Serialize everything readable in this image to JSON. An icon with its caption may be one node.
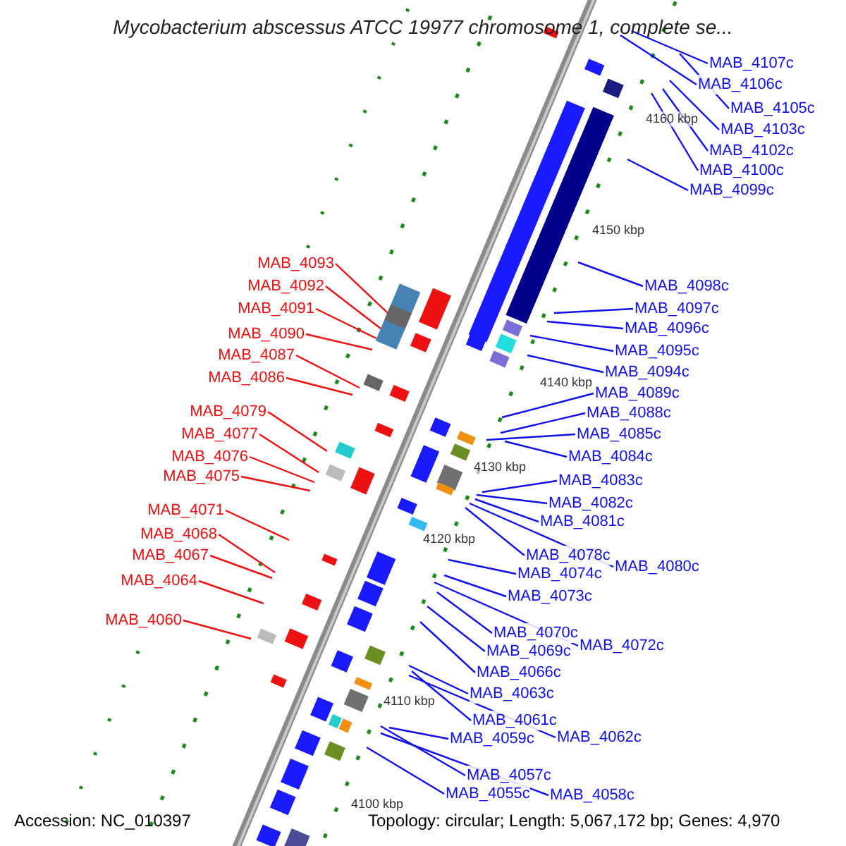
{
  "diagram": {
    "title": "Mycobacterium abscessus ATCC 19977 chromosome 1, complete se...",
    "nodes": [
      {
        "text": [
          "MAB_4107c"
        ]
      },
      {
        "text": [
          "MAB_4106c"
        ]
      },
      {
        "text": [
          "MAB_4105c"
        ]
      },
      {
        "text": [
          "MAB_4103c"
        ]
      },
      {
        "text": [
          "MAB_4102c"
        ]
      },
      {
        "text": [
          "MAB_4100c"
        ]
      },
      {
        "text": [
          "MAB_4099c"
        ]
      },
      {
        "text": [
          "MAB_4093"
        ]
      },
      {
        "text": [
          "MAB_4098c"
        ]
      },
      {
        "text": [
          "MAB_4092"
        ]
      },
      {
        "text": [
          "MAB_4091"
        ]
      },
      {
        "text": [
          "MAB_4097c"
        ]
      },
      {
        "text": [
          "MAB_4096c"
        ]
      },
      {
        "text": [
          "MAB_4090"
        ]
      },
      {
        "text": [
          "MAB_4095c"
        ]
      },
      {
        "text": [
          "MAB_4087"
        ]
      },
      {
        "text": [
          "MAB_4094c"
        ]
      },
      {
        "text": [
          "MAB_4086"
        ]
      },
      {
        "text": [
          "MAB_4089c"
        ]
      },
      {
        "text": [
          "MAB_4079"
        ]
      },
      {
        "text": [
          "MAB_4088c"
        ]
      },
      {
        "text": [
          "MAB_4077"
        ]
      },
      {
        "text": [
          "MAB_4085c"
        ]
      },
      {
        "text": [
          "MAB_4076"
        ]
      },
      {
        "text": [
          "MAB_4084c"
        ]
      },
      {
        "text": [
          "MAB_4075"
        ]
      },
      {
        "text": [
          "MAB_4083c"
        ]
      },
      {
        "text": [
          "MAB_4082c"
        ]
      },
      {
        "text": [
          "MAB_4071"
        ]
      },
      {
        "text": [
          "MAB_4081c"
        ]
      },
      {
        "text": [
          "MAB_4068"
        ]
      },
      {
        "text": [
          "MAB_4078c"
        ]
      },
      {
        "text": [
          "MAB_4067"
        ]
      },
      {
        "text": [
          "MAB_4080c"
        ]
      },
      {
        "text": [
          "MAB_4074c"
        ]
      },
      {
        "text": [
          "MAB_4064"
        ]
      },
      {
        "text": [
          "MAB_4073c"
        ]
      },
      {
        "text": [
          "MAB_4060"
        ]
      },
      {
        "text": [
          "MAB_4070c"
        ]
      },
      {
        "text": [
          "MAB_4072c"
        ]
      },
      {
        "text": [
          "MAB_4069c"
        ]
      },
      {
        "text": [
          "MAB_4066c"
        ]
      },
      {
        "text": [
          "MAB_4063c"
        ]
      },
      {
        "text": [
          "MAB_4061c"
        ]
      },
      {
        "text": [
          "MAB_4059c"
        ]
      },
      {
        "text": [
          "MAB_4062c"
        ]
      },
      {
        "text": [
          "MAB_4057c"
        ]
      },
      {
        "text": [
          "MAB_4055c"
        ]
      },
      {
        "text": [
          "MAB_4058c"
        ]
      }
    ],
    "edges": [
      {
        "from": 0,
        "to": null,
        "arrow": "none"
      },
      {
        "from": 1,
        "to": null,
        "arrow": "none"
      },
      {
        "from": 2,
        "to": null,
        "arrow": "none"
      },
      {
        "from": 3,
        "to": null,
        "arrow": "none"
      },
      {
        "from": 4,
        "to": null,
        "arrow": "none"
      },
      {
        "from": 5,
        "to": null,
        "arrow": "none"
      },
      {
        "from": 6,
        "to": null,
        "arrow": "none"
      },
      {
        "from": 7,
        "to": null,
        "arrow": "none",
        "color": "#ee1010"
      },
      {
        "from": 8,
        "to": null,
        "arrow": "none"
      },
      {
        "from": 9,
        "to": null,
        "arrow": "none",
        "color": "#ee1010"
      },
      {
        "from": 10,
        "to": null,
        "arrow": "none",
        "color": "#ee1010"
      },
      {
        "from": 11,
        "to": null,
        "arrow": "none"
      },
      {
        "from": 12,
        "to": null,
        "arrow": "none"
      },
      {
        "from": 13,
        "to": null,
        "arrow": "none",
        "color": "#ee1010"
      },
      {
        "from": 14,
        "to": null,
        "arrow": "none"
      },
      {
        "from": 15,
        "to": null,
        "arrow": "none",
        "color": "#ee1010"
      },
      {
        "from": 16,
        "to": null,
        "arrow": "none"
      },
      {
        "from": 17,
        "to": null,
        "arrow": "none",
        "color": "#ee1010"
      },
      {
        "from": 18,
        "to": null,
        "arrow": "none"
      },
      {
        "from": 19,
        "to": null,
        "arrow": "none",
        "color": "#ee1010"
      },
      {
        "from": 20,
        "to": null,
        "arrow": "none"
      },
      {
        "from": 21,
        "to": null,
        "arrow": "none",
        "color": "#ee1010"
      },
      {
        "from": 22,
        "to": null,
        "arrow": "none"
      },
      {
        "from": 23,
        "to": null,
        "arrow": "none",
        "color": "#ee1010"
      },
      {
        "from": 24,
        "to": null,
        "arrow": "none"
      },
      {
        "from": 25,
        "to": null,
        "arrow": "none",
        "color": "#ee1010"
      },
      {
        "from": 26,
        "to": null,
        "arrow": "none"
      },
      {
        "from": 27,
        "to": null,
        "arrow": "none"
      },
      {
        "from": 28,
        "to": null,
        "arrow": "none",
        "color": "#ee1010"
      },
      {
        "from": 29,
        "to": null,
        "arrow": "none"
      },
      {
        "from": 30,
        "to": null,
        "arrow": "none",
        "color": "#ee1010"
      },
      {
        "from": 31,
        "to": null,
        "arrow": "none"
      },
      {
        "from": 32,
        "to": null,
        "arrow": "none",
        "color": "#ee1010"
      },
      {
        "from": 33,
        "to": null,
        "arrow": "none"
      },
      {
        "from": 34,
        "to": null,
        "arrow": "none"
      },
      {
        "from": 35,
        "to": null,
        "arrow": "none",
        "color": "#ee1010"
      },
      {
        "from": 36,
        "to": null,
        "arrow": "none"
      },
      {
        "from": 37,
        "to": null,
        "arrow": "none",
        "color": "#ee1010"
      },
      {
        "from": 38,
        "to": null,
        "arrow": "none"
      },
      {
        "from": 39,
        "to": null,
        "arrow": "none"
      },
      {
        "from": 40,
        "to": null,
        "arrow": "none"
      },
      {
        "from": 41,
        "to": null,
        "arrow": "none"
      },
      {
        "from": 42,
        "to": null,
        "arrow": "none"
      },
      {
        "from": 43,
        "to": null,
        "arrow": "none"
      },
      {
        "from": 44,
        "to": null,
        "arrow": "none"
      },
      {
        "from": 45,
        "to": null,
        "arrow": "none"
      },
      {
        "from": 46,
        "to": null,
        "arrow": "none"
      },
      {
        "from": 47,
        "to": null,
        "arrow": "none"
      },
      {
        "from": 48,
        "to": null,
        "arrow": "none"
      }
    ],
    "labels": [
      "4160 kbp",
      "4150 kbp",
      "4140 kbp",
      "4130 kbp",
      "4120 kbp",
      "4110 kbp",
      "4100 kbp",
      "Accession: NC_010397",
      "Topology: circular; Length: 5,067,172 bp; Genes: 4,970"
    ]
  }
}
